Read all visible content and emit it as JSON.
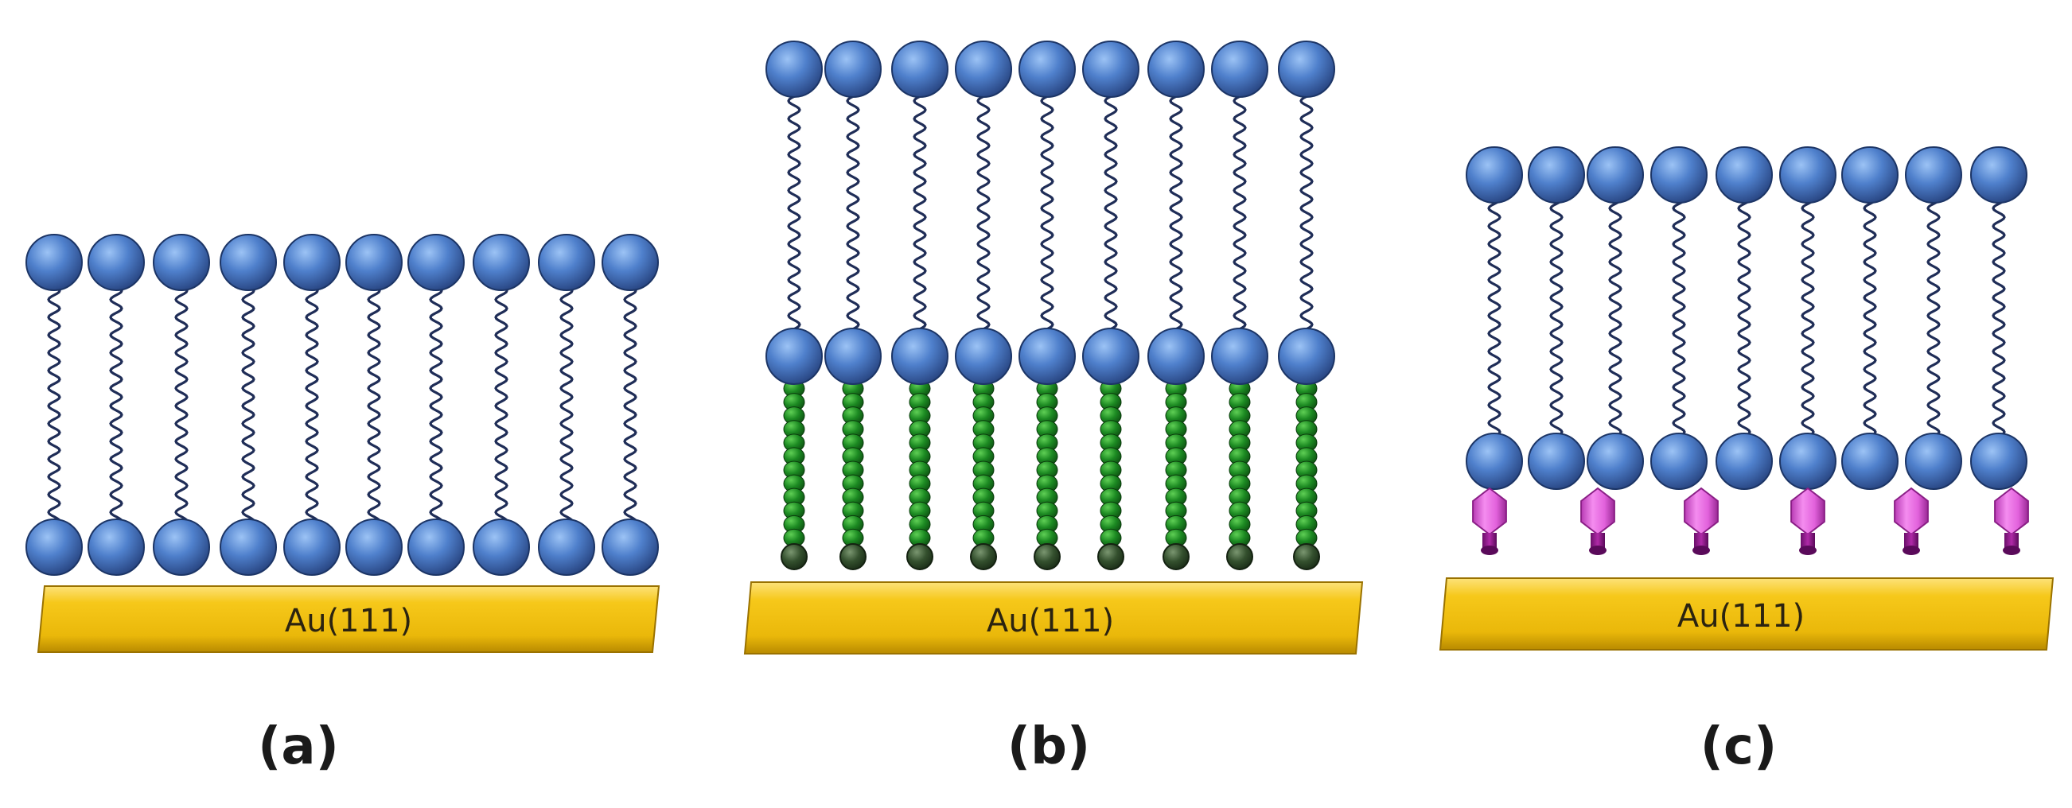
{
  "colors": {
    "head_group": "#4a7cc6",
    "alkyl_spring": "#1f2d57",
    "linker_segment": "#1b7a1e",
    "anchor_atom": "#2f4a2c",
    "pink_anchor": "#e05cd8",
    "gold_substrate": "#f2c40f",
    "label_text": "#1a1a1a"
  },
  "panels": [
    {
      "label": "(a)",
      "substrate_label": "Au(111)",
      "molecule_count": 10,
      "layers": [
        "head-group",
        "alkyl-chain",
        "head-group"
      ]
    },
    {
      "label": "(b)",
      "substrate_label": "Au(111)",
      "molecule_count": 9,
      "layers": [
        "head-group",
        "alkyl-chain",
        "head-group",
        "linker-chain",
        "anchor-atom"
      ]
    },
    {
      "label": "(c)",
      "substrate_label": "Au(111)",
      "molecule_count": 9,
      "anchor_count": 6,
      "layers": [
        "head-group",
        "alkyl-chain",
        "head-group",
        "pink-anchor"
      ]
    }
  ]
}
